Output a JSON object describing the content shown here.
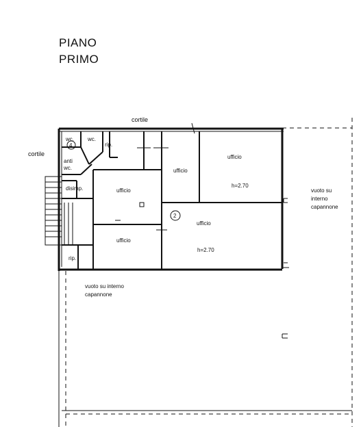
{
  "title": {
    "line1": "PIANO",
    "line2": "PRIMO"
  },
  "labels": {
    "cortile_top": "cortile",
    "cortile_left": "cortile",
    "wc1": "wc.",
    "wc2": "wc.",
    "anti_wc_1": "anti",
    "anti_wc_2": "wc.",
    "rip_top": "rip.",
    "disimp": "disimp.",
    "ufficio_a": "ufficio",
    "ufficio_b": "ufficio",
    "ufficio_c": "ufficio",
    "ufficio_d": "ufficio",
    "ufficio_e": "ufficio",
    "h_top": "h=2.70",
    "h_bottom": "h=2.70",
    "rip_bottom": "rip.",
    "unit_4": "4",
    "unit_2": "2",
    "vuoto_right_1": "vuoto su",
    "vuoto_right_2": "interno",
    "vuoto_right_3": "capannone",
    "vuoto_bottom_1": "vuoto su interno",
    "vuoto_bottom_2": "capannone"
  }
}
